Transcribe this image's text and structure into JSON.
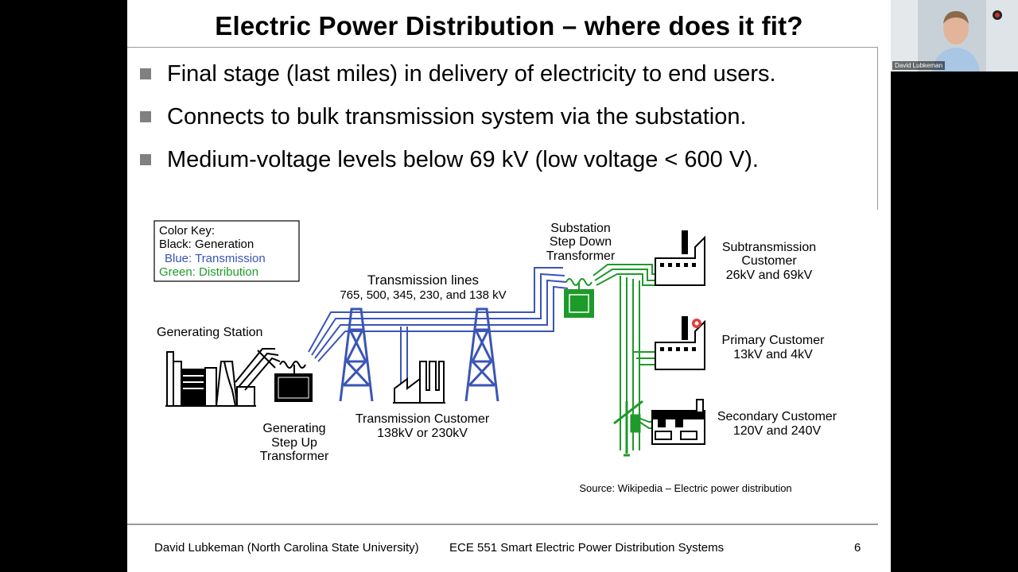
{
  "slide": {
    "title": "Electric Power Distribution – where does it fit?",
    "bullets": [
      "Final stage (last miles) in delivery of electricity to end users.",
      "Connects to bulk transmission system via the substation.",
      "Medium-voltage levels below 69 kV (low voltage < 600 V)."
    ],
    "diagram": {
      "color_key": {
        "title": "Color Key:",
        "generation": "Black: Generation",
        "transmission": "Blue: Transmission",
        "distribution": "Green: Distribution"
      },
      "generating_station": "Generating Station",
      "step_up_transformer": [
        "Generating",
        "Step Up",
        "Transformer"
      ],
      "transmission_lines": "Transmission lines",
      "transmission_voltages": "765, 500, 345, 230, and 138 kV",
      "transmission_customer": [
        "Transmission Customer",
        "138kV or 230kV"
      ],
      "substation": [
        "Substation",
        "Step Down",
        "Transformer"
      ],
      "subtransmission_customer": [
        "Subtransmission",
        "Customer",
        "26kV and 69kV"
      ],
      "primary_customer": [
        "Primary Customer",
        "13kV and 4kV"
      ],
      "secondary_customer": [
        "Secondary Customer",
        "120V and 240V"
      ],
      "source": "Source: Wikipedia – Electric power distribution"
    },
    "footer": {
      "author": "David Lubkeman (North Carolina State University)",
      "course": "ECE 551 Smart Electric Power Distribution Systems",
      "page": "6"
    }
  },
  "webcam": {
    "name": "David Lubkeman"
  },
  "colors": {
    "generation": "#000000",
    "transmission": "#3a55b5",
    "distribution": "#1e9a2a"
  }
}
